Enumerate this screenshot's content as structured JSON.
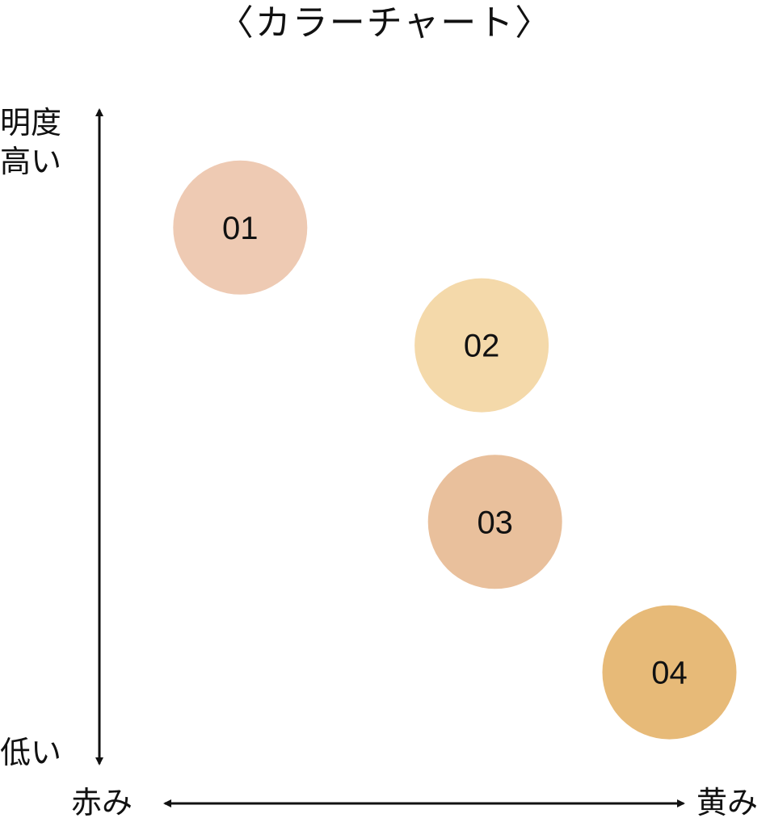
{
  "chart_data": {
    "type": "scatter",
    "title": "〈カラーチャート〉",
    "y_axis": {
      "label_high_1": "明度",
      "label_high_2": "高い",
      "label_low": "低い",
      "range": [
        0,
        1
      ]
    },
    "x_axis": {
      "label_left": "赤み",
      "label_right": "黄み",
      "range": [
        0,
        1
      ]
    },
    "points": [
      {
        "label": "01",
        "x": 0.21,
        "y": 0.82,
        "color": "#EECAB3"
      },
      {
        "label": "02",
        "x": 0.57,
        "y": 0.64,
        "color": "#F4D9AA"
      },
      {
        "label": "03",
        "x": 0.59,
        "y": 0.37,
        "color": "#E9C09C"
      },
      {
        "label": "04",
        "x": 0.85,
        "y": 0.14,
        "color": "#E7BA78"
      }
    ],
    "grid": false,
    "legend": "none"
  }
}
